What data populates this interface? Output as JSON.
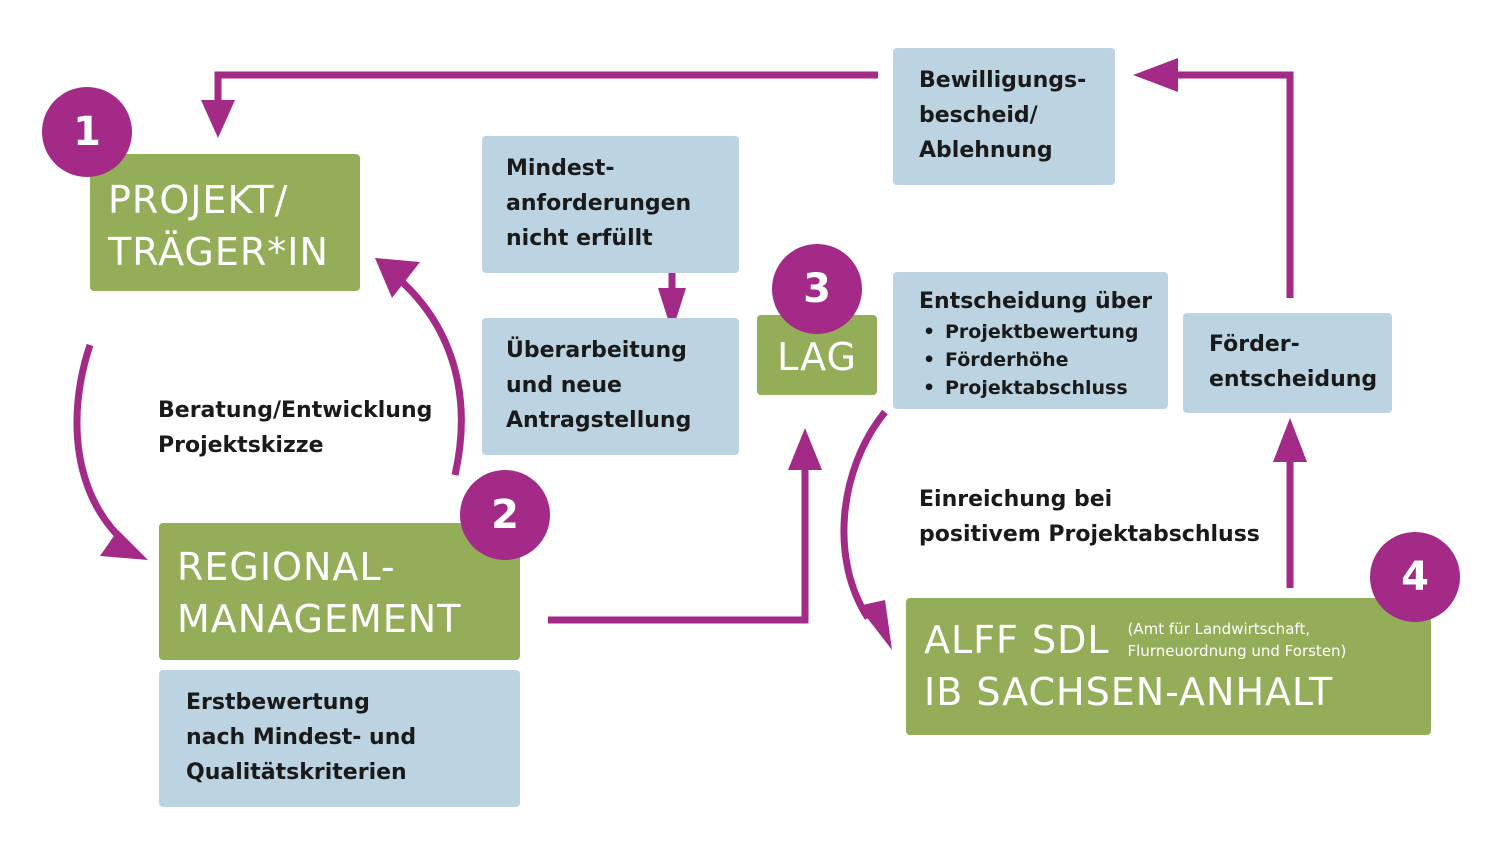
{
  "colors": {
    "green": "#94ad58",
    "blue": "#bcd4e2",
    "magenta": "#a32a86"
  },
  "steps": {
    "s1": "1",
    "s2": "2",
    "s3": "3",
    "s4": "4"
  },
  "projekt": {
    "line1": "PROJEKT/",
    "line2": "TRÄGER*IN"
  },
  "regional": {
    "line1": "REGIONAL-",
    "line2": "MANAGEMENT"
  },
  "erstbewertung": {
    "line1": "Erstbewertung",
    "line2": "nach Mindest- und",
    "line3": "Qualitätskriterien"
  },
  "beratung": {
    "line1": "Beratung/Entwicklung",
    "line2": "Projektskizze"
  },
  "mindest": {
    "line1": "Mindest-",
    "line2": "anforderungen",
    "line3": "nicht erfüllt"
  },
  "ueberarbeitung": {
    "line1": "Überarbeitung",
    "line2": "und neue",
    "line3": "Antragstellung"
  },
  "lag": {
    "label": "LAG"
  },
  "entscheidung": {
    "title": "Entscheidung über",
    "items": [
      "Projektbewertung",
      "Förderhöhe",
      "Projektabschluss"
    ]
  },
  "bewilligung": {
    "line1": "Bewilligungs-",
    "line2": "bescheid/",
    "line3": "Ablehnung"
  },
  "foerder": {
    "line1": "Förder-",
    "line2": "entscheidung"
  },
  "einreichung": {
    "line1": "Einreichung bei",
    "line2": "positivem Projektabschluss"
  },
  "alff": {
    "line1": "ALFF SDL",
    "note1": "(Amt für Landwirtschaft,",
    "note2": "Flurneuordnung und Forsten)",
    "line2": "IB SACHSEN-ANHALT"
  }
}
